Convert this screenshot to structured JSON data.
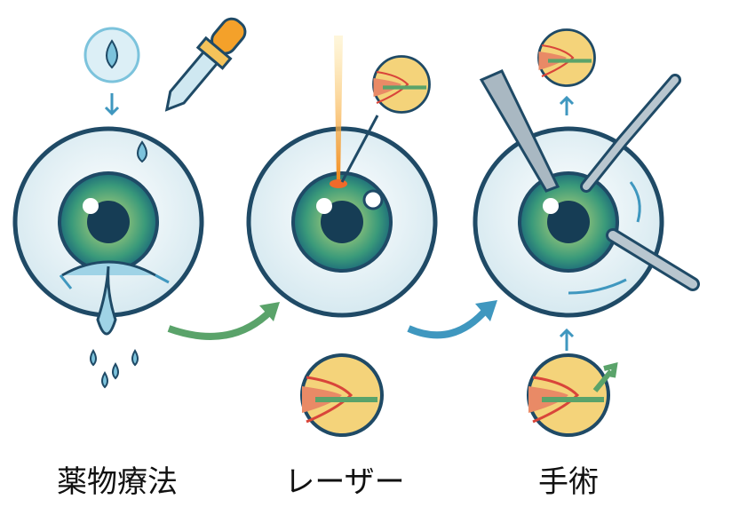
{
  "stages": [
    {
      "label": "薬物療法"
    },
    {
      "label": "レーザー"
    },
    {
      "label": "手術"
    }
  ],
  "colors": {
    "outline": "#1f4a66",
    "sclera": "#e6f2f6",
    "iris": "#3a9a7a",
    "pupil": "#163d55",
    "drop": "#7cc3dc",
    "laser": "#f4a12a",
    "arrow_green": "#5aa36a",
    "arrow_blue": "#3f97bf"
  }
}
